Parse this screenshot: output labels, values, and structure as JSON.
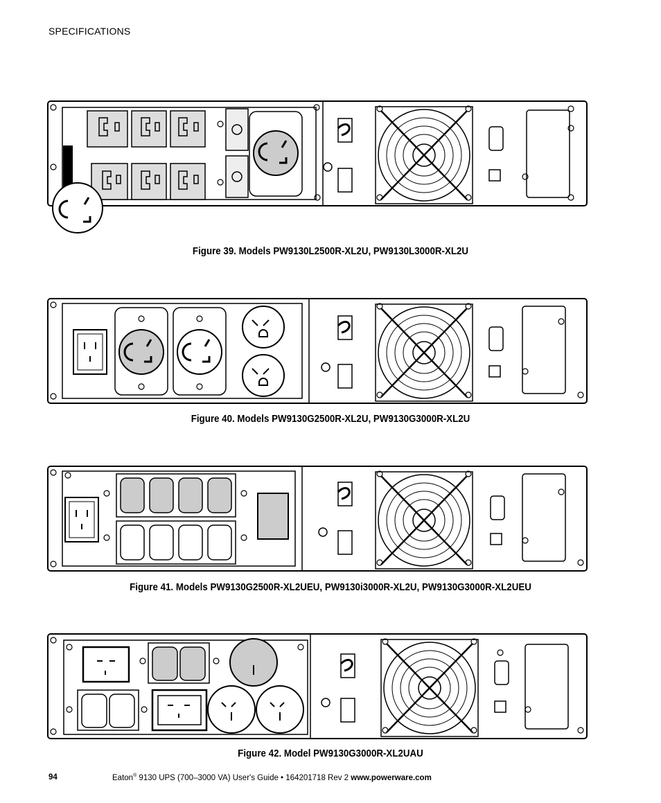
{
  "header": {
    "section": "SPECIFICATIONS"
  },
  "figures": [
    {
      "caption": "Figure 39. Models PW9130L2500R-XL2U, PW9130L3000R-XL2U"
    },
    {
      "caption": "Figure 40. Models PW9130G2500R-XL2U, PW9130G3000R-XL2U"
    },
    {
      "caption": "Figure 41. Models PW9130G2500R-XL2UEU, PW9130i3000R-XL2U, PW9130G3000R-XL2UEU"
    },
    {
      "caption": "Figure 42. Model PW9130G3000R-XL2UAU"
    }
  ],
  "footer": {
    "page": "94",
    "brand": "Eaton",
    "reg": "®",
    "text": " 9130 UPS (700–3000 VA) User's Guide  •  164201718 Rev 2 ",
    "url": "www.powerware.com"
  }
}
